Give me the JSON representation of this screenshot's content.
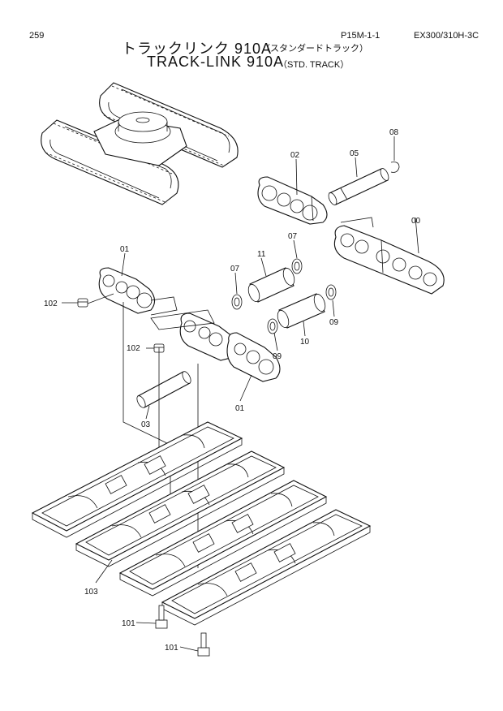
{
  "header": {
    "page_number": "259",
    "ref_code": "P15M-1-1",
    "model": "EX300/310H-3C",
    "title_jp": "トラックリンク 910A",
    "subtitle_jp": "（スタンダードトラック）",
    "title_en": "TRACK-LINK 910A",
    "subtitle_en": "（STD. TRACK）"
  },
  "callouts": {
    "c00": "00",
    "c01a": "01",
    "c01b": "01",
    "c02": "02",
    "c03": "03",
    "c05": "05",
    "c07a": "07",
    "c07b": "07",
    "c08": "08",
    "c09a": "09",
    "c09b": "09",
    "c10": "10",
    "c11": "11",
    "c101a": "101",
    "c101b": "101",
    "c102a": "102",
    "c102b": "102",
    "c103": "103"
  }
}
